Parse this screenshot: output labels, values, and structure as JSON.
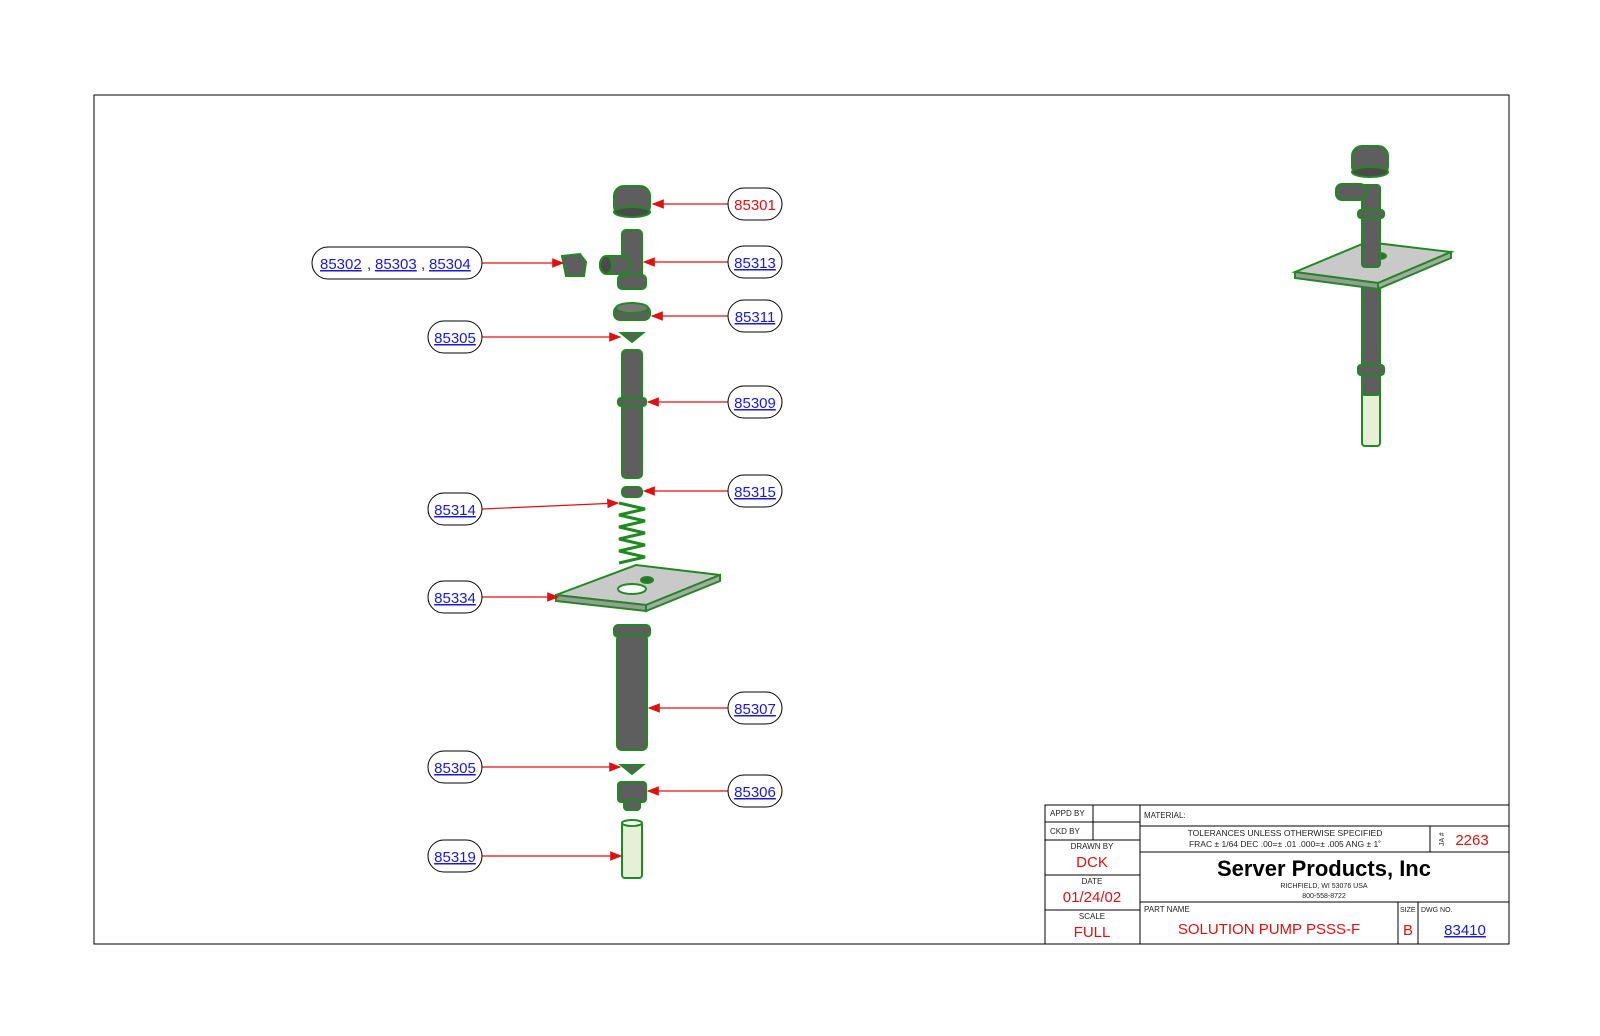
{
  "callouts": [
    {
      "id": "c-85301",
      "parts": [
        "85301"
      ],
      "kind": "red"
    },
    {
      "id": "c-85313",
      "parts": [
        "85313"
      ],
      "kind": "link"
    },
    {
      "id": "c-85302",
      "parts": [
        "85302",
        "85303",
        "85304"
      ],
      "kind": "link"
    },
    {
      "id": "c-85311",
      "parts": [
        "85311"
      ],
      "kind": "link"
    },
    {
      "id": "c-85305a",
      "parts": [
        "85305"
      ],
      "kind": "link"
    },
    {
      "id": "c-85309",
      "parts": [
        "85309"
      ],
      "kind": "link"
    },
    {
      "id": "c-85315",
      "parts": [
        "85315"
      ],
      "kind": "link"
    },
    {
      "id": "c-85314",
      "parts": [
        "85314"
      ],
      "kind": "link"
    },
    {
      "id": "c-85334",
      "parts": [
        "85334"
      ],
      "kind": "link"
    },
    {
      "id": "c-85307",
      "parts": [
        "85307"
      ],
      "kind": "link"
    },
    {
      "id": "c-85305b",
      "parts": [
        "85305"
      ],
      "kind": "link"
    },
    {
      "id": "c-85306",
      "parts": [
        "85306"
      ],
      "kind": "link"
    },
    {
      "id": "c-85319",
      "parts": [
        "85319"
      ],
      "kind": "link"
    }
  ],
  "title_block": {
    "appd_by_label": "APPD BY",
    "ckd_by_label": "CKD BY",
    "drawn_by_label": "DRAWN BY",
    "drawn_by": "DCK",
    "date_label": "DATE",
    "date": "01/24/02",
    "scale_label": "SCALE",
    "scale": "FULL",
    "material_label": "MATERIAL:",
    "tolerance_line1": "TOLERANCES UNLESS OTHERWISE SPECIFIED",
    "tolerance_line2": "FRAC ± 1/64 DEC .00=± .01 .000=± .005 ANG ± 1˚",
    "ja_label": "JA #",
    "ja_number": "2263",
    "company": "Server Products, Inc",
    "address": "RICHFIELD, WI 53076 USA",
    "phone": "800-558-8722",
    "part_name_label": "PART NAME",
    "part_name": "SOLUTION PUMP PSSS-F",
    "size_label": "SIZE",
    "size": "B",
    "dwg_no_label": "DWG NO.",
    "dwg_no": "83410"
  },
  "colors": {
    "outline": "#1f8a1f",
    "part_fill": "#5e5e5e",
    "plate_fill": "#c9c9c9",
    "tube_fill": "#e6f0d6",
    "arrow": "#e01010",
    "link": "#1a1ad6"
  }
}
